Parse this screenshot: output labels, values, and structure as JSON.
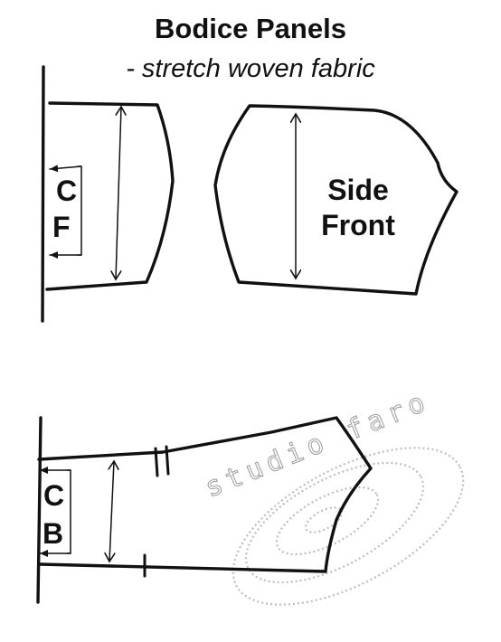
{
  "header": {
    "title": "Bodice Panels",
    "subtitle": "- stretch woven fabric"
  },
  "panels": {
    "center_front": {
      "line1": "C",
      "line2": "F"
    },
    "side_front": {
      "line1": "Side",
      "line2": "Front"
    },
    "center_back": {
      "line1": "C",
      "line2": "B"
    }
  },
  "watermark": {
    "text": "studio faro"
  },
  "colors": {
    "ink": "#111111",
    "watermark": "#bbbbbb",
    "background": "#ffffff"
  }
}
